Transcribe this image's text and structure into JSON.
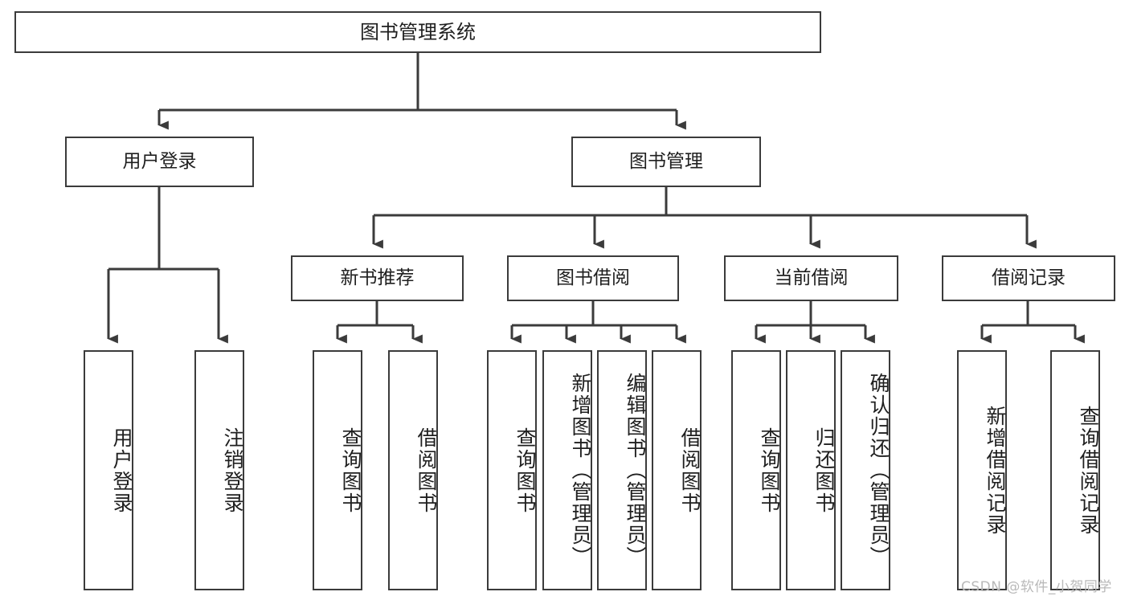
{
  "diagram": {
    "title": "图书管理系统",
    "type": "tree",
    "watermark": "CSDN @软件_小贺同学",
    "stroke_color": "#3b3b3b",
    "fill_color": "#ffffff",
    "text_color": "#1f1f1f",
    "levels": {
      "root": [
        "图书管理系统"
      ],
      "level2": [
        "用户登录",
        "图书管理"
      ],
      "level3": [
        "新书推荐",
        "图书借阅",
        "当前借阅",
        "借阅记录"
      ],
      "leaves": [
        "用户登录",
        "注销登录",
        "查询图书",
        "借阅图书",
        "查询图书",
        "新增图书（管理员）",
        "编辑图书（管理员）",
        "借阅图书",
        "查询图书",
        "归还图书",
        "确认归还（管理员）",
        "新增借阅记录",
        "查询借阅记录"
      ]
    },
    "nodes": {
      "root": {
        "label": "图书管理系统"
      },
      "user_login": {
        "label": "用户登录"
      },
      "book_mgmt": {
        "label": "图书管理"
      },
      "new_book_rec": {
        "label": "新书推荐"
      },
      "book_borrow": {
        "label": "图书借阅"
      },
      "current_borrow": {
        "label": "当前借阅"
      },
      "borrow_record": {
        "label": "借阅记录"
      },
      "leaf_user_login": {
        "label": "用户登录"
      },
      "leaf_logout": {
        "label": "注销登录"
      },
      "leaf_query_book_1": {
        "label": "查询图书"
      },
      "leaf_borrow_book_1": {
        "label": "借阅图书"
      },
      "leaf_query_book_2": {
        "label": "查询图书"
      },
      "leaf_add_book": {
        "label": "新增图书（管理员）"
      },
      "leaf_edit_book": {
        "label": "编辑图书（管理员）"
      },
      "leaf_borrow_book_2": {
        "label": "借阅图书"
      },
      "leaf_query_book_3": {
        "label": "查询图书"
      },
      "leaf_return_book": {
        "label": "归还图书"
      },
      "leaf_confirm_return": {
        "label": "确认归还（管理员）"
      },
      "leaf_add_record": {
        "label": "新增借阅记录"
      },
      "leaf_query_record": {
        "label": "查询借阅记录"
      }
    }
  }
}
